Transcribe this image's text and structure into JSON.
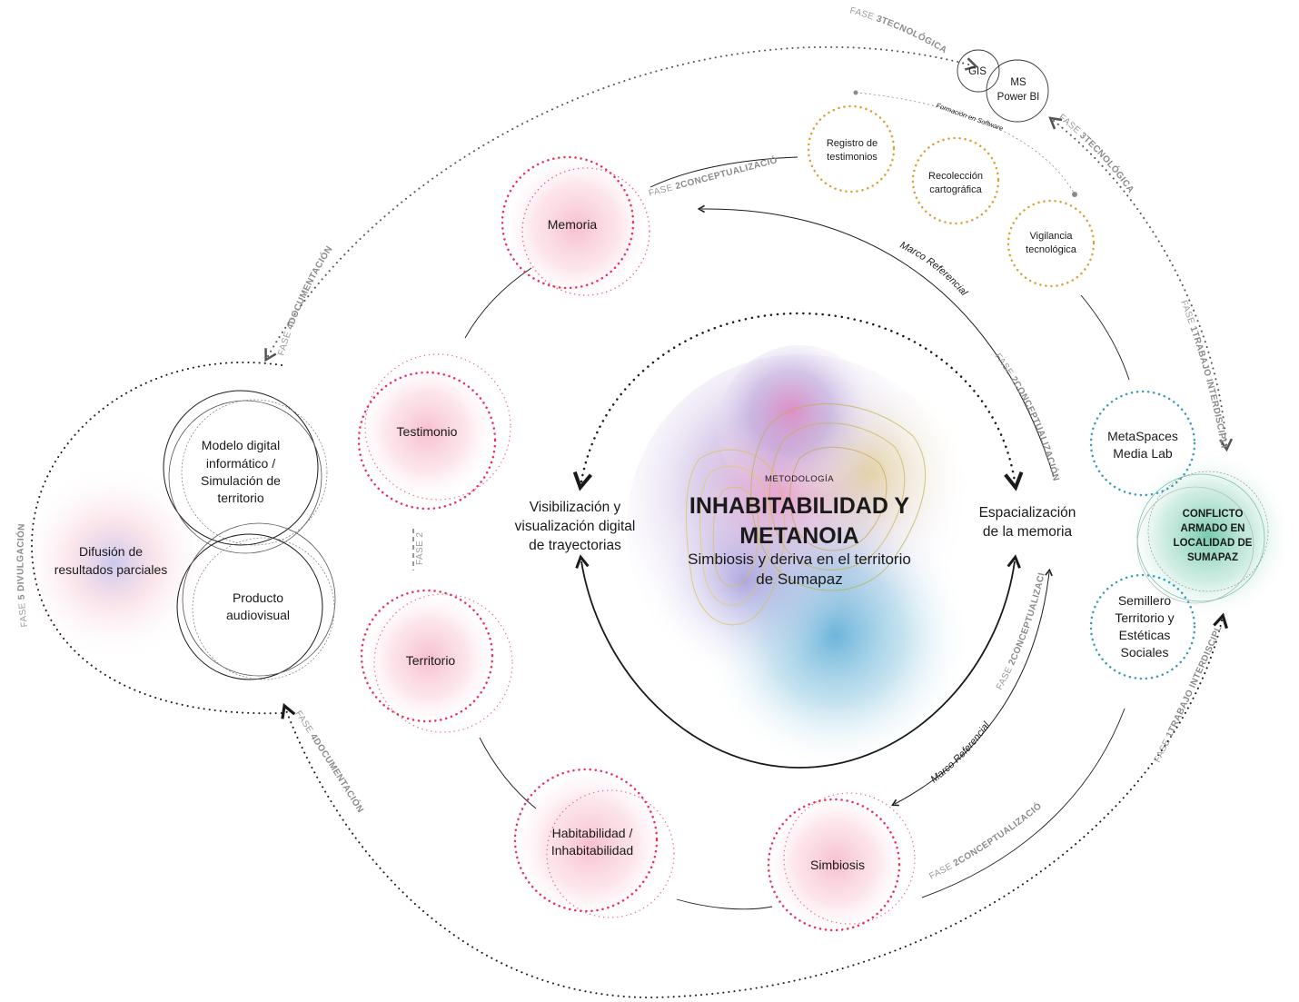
{
  "center": {
    "label_top": "METODOLOGÍA",
    "title_line1": "INHABITABILIDAD Y",
    "title_line2": "METANOIA",
    "subtitle_line1": "Simbiosis y deriva en el territorio",
    "subtitle_line2": "de Sumapaz"
  },
  "left_axis": [
    "Visibilización y",
    "visualización digital",
    "de trayectorias"
  ],
  "right_axis": [
    "Espacialización",
    "de la memoria"
  ],
  "pink_nodes": {
    "memoria": "Memoria",
    "testimonio": "Testimonio",
    "territorio": "Territorio",
    "habitabilidad": [
      "Habitabilidad /",
      "Inhabitabilidad"
    ],
    "simbiosis": "Simbiosis"
  },
  "orange_nodes": {
    "registro": [
      "Registro de",
      "testimonios"
    ],
    "recoleccion": [
      "Recolección",
      "cartográfica"
    ],
    "vigilancia": [
      "Vigilancia",
      "tecnológica"
    ]
  },
  "tools": {
    "gis": "GIS",
    "powerbi": [
      "MS",
      "Power BI"
    ]
  },
  "tools_link_label": "Formación en Software",
  "blue_nodes": {
    "metaspaces": [
      "MetaSpaces",
      "Media Lab"
    ],
    "semillero": [
      "Semillero",
      "Territorio y",
      "Estéticas",
      "Sociales"
    ]
  },
  "core": [
    "CONFLICTO",
    "ARMADO EN",
    "LOCALIDAD DE",
    "SUMAPAZ"
  ],
  "left_nodes": {
    "modelo": [
      "Modelo digital",
      "informático /",
      "Simulación de",
      "territorio"
    ],
    "producto": [
      "Producto",
      "audiovisual"
    ],
    "difusion": [
      "Difusión de",
      "resultados parciales"
    ]
  },
  "marco_label": "Marco Referencial",
  "phases": {
    "fase": "FASE",
    "n1": "1",
    "n2": "2",
    "n3": "3",
    "n4": "4",
    "n5": "5",
    "trabajo": "TRABAJO INTERDISCIPLINAR",
    "conceptualizacion": "CONCEPTUALIZACIÓN",
    "tecnologica": "TECNOLÓGICA",
    "documentacion": "DOCUMENTACIÓN",
    "divulgacion": "DIVULGACIÓN",
    "fase2_short": "FASE 2"
  },
  "colors": {
    "pink": "#e8315b",
    "pink_glow": "#f2a2b8",
    "orange": "#d9a137",
    "blue": "#3a9bb8",
    "teal_glow": "#7fd1b9",
    "purple_glow": "#a8a6e0",
    "gray": "#9a9a9a",
    "dark": "#1a1a1a"
  }
}
